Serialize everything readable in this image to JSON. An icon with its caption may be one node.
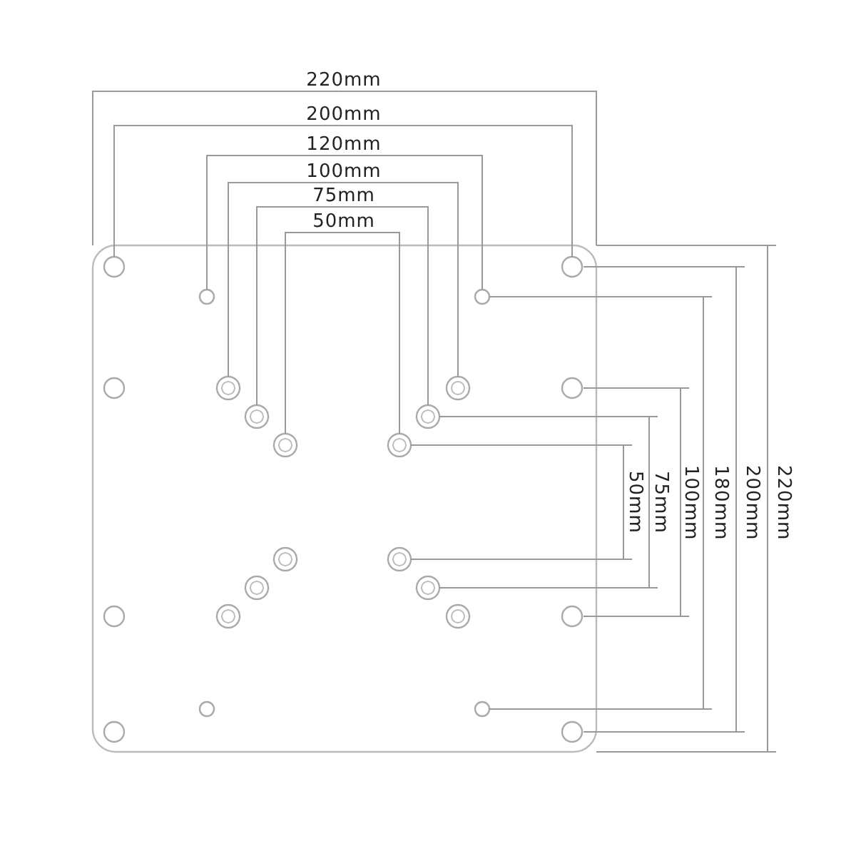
{
  "diagram": {
    "labels": [
      "220mm",
      "200mm",
      "120mm",
      "100mm",
      "75mm",
      "50mm",
      "50mm",
      "75mm",
      "100mm",
      "180mm",
      "200mm",
      "220mm"
    ]
  }
}
